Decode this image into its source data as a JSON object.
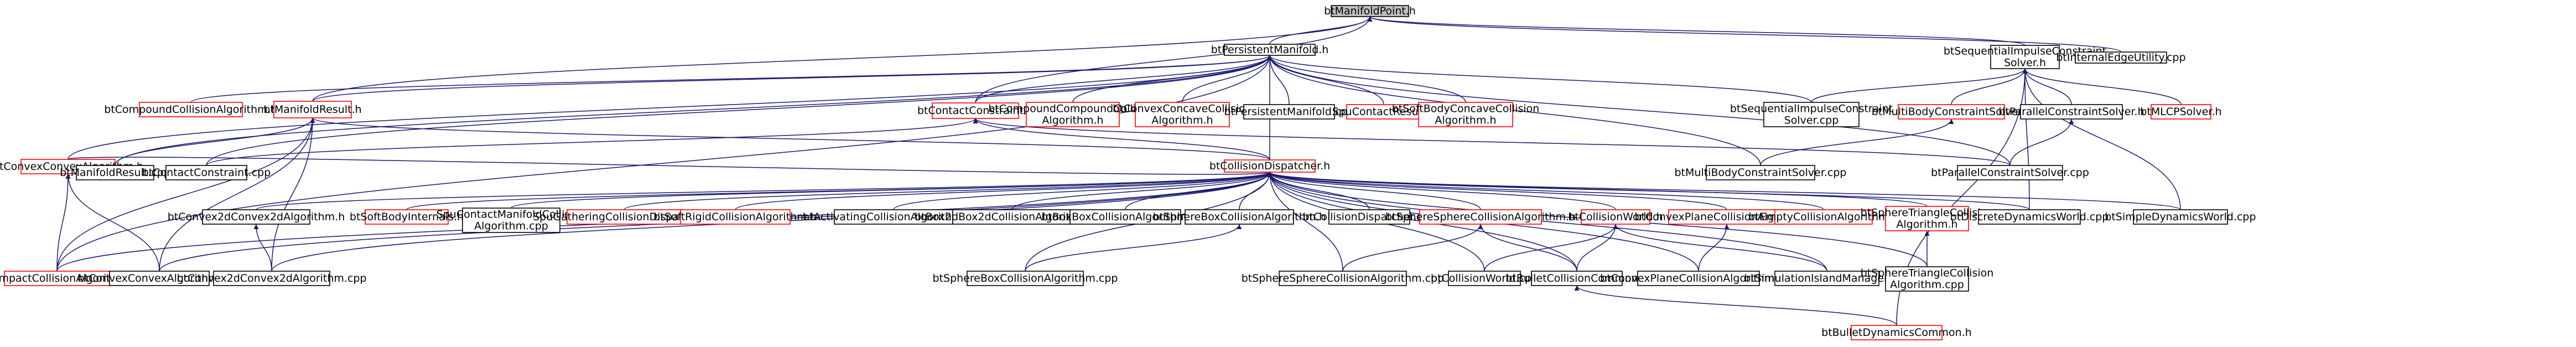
{
  "graph": {
    "colors": {
      "edge": "#191970",
      "node_border_documented": "#000000",
      "node_border_undocumented": "#ff0000",
      "root_fill": "#bfbfbf",
      "node_fill": "#ffffff",
      "text": "#000000"
    },
    "nodes": [
      {
        "id": "root",
        "lines": [
          "btManifoldPoint.h"
        ],
        "style": "root"
      },
      {
        "id": "pm",
        "lines": [
          "btPersistentManifold.h"
        ],
        "style": "documented"
      },
      {
        "id": "sics",
        "lines": [
          "btSequentialImpulseConstraint",
          "Solver.h"
        ],
        "style": "documented"
      },
      {
        "id": "iecpp",
        "lines": [
          "btInternalEdgeUtility.cpp"
        ],
        "style": "documented"
      },
      {
        "id": "ccah",
        "lines": [
          "btCompoundCollisionAlgorithm.h"
        ],
        "style": "undocumented"
      },
      {
        "id": "mrh",
        "lines": [
          "btManifoldResult.h"
        ],
        "style": "undocumented"
      },
      {
        "id": "cch",
        "lines": [
          "btContactConstraint.h"
        ],
        "style": "undocumented"
      },
      {
        "id": "cccah",
        "lines": [
          "btCompoundCompoundCollision",
          "Algorithm.h"
        ],
        "style": "undocumented"
      },
      {
        "id": "cvccah",
        "lines": [
          "btConvexConcaveCollision",
          "Algorithm.h"
        ],
        "style": "undocumented"
      },
      {
        "id": "pmcpp",
        "lines": [
          "btPersistentManifold.cpp"
        ],
        "style": "documented"
      },
      {
        "id": "scrh",
        "lines": [
          "SpuContactResult.h"
        ],
        "style": "undocumented"
      },
      {
        "id": "sbcch",
        "lines": [
          "btSoftBodyConcaveCollision",
          "Algorithm.h"
        ],
        "style": "undocumented"
      },
      {
        "id": "sicscpp",
        "lines": [
          "btSequentialImpulseConstraint",
          "Solver.cpp"
        ],
        "style": "documented"
      },
      {
        "id": "mbcsh",
        "lines": [
          "btMultiBodyConstraintSolver.h"
        ],
        "style": "undocumented"
      },
      {
        "id": "pcsh",
        "lines": [
          "btParallelConstraintSolver.h"
        ],
        "style": "documented"
      },
      {
        "id": "mlcph",
        "lines": [
          "btMLCPSolver.h"
        ],
        "style": "undocumented"
      },
      {
        "id": "cvcvah",
        "lines": [
          "btConvexConvexAlgorithm.h"
        ],
        "style": "undocumented"
      },
      {
        "id": "mrcpp",
        "lines": [
          "btManifoldResult.cpp"
        ],
        "style": "documented"
      },
      {
        "id": "cccpp",
        "lines": [
          "btContactConstraint.cpp"
        ],
        "style": "documented"
      },
      {
        "id": "cdh",
        "lines": [
          "btCollisionDispatcher.h"
        ],
        "style": "undocumented"
      },
      {
        "id": "mbcscpp",
        "lines": [
          "btMultiBodyConstraintSolver.cpp"
        ],
        "style": "documented"
      },
      {
        "id": "pcscpp",
        "lines": [
          "btParallelConstraintSolver.cpp"
        ],
        "style": "documented"
      },
      {
        "id": "c2dh",
        "lines": [
          "btConvex2dConvex2dAlgorithm.h"
        ],
        "style": "documented"
      },
      {
        "id": "sbih",
        "lines": [
          "btSoftBodyInternals.h"
        ],
        "style": "undocumented"
      },
      {
        "id": "scmca",
        "lines": [
          "SpuContactManifoldCollision",
          "Algorithm.cpp"
        ],
        "style": "documented"
      },
      {
        "id": "sgcdh",
        "lines": [
          "SpuGatheringCollisionDispatcher.h"
        ],
        "style": "undocumented"
      },
      {
        "id": "srcah",
        "lines": [
          "btSoftRigidCollisionAlgorithm.h"
        ],
        "style": "undocumented"
      },
      {
        "id": "actcpp",
        "lines": [
          "btActivatingCollisionAlgorithm.cpp"
        ],
        "style": "documented"
      },
      {
        "id": "b2b2cpp",
        "lines": [
          "btBox2dBox2dCollisionAlgorithm.cpp"
        ],
        "style": "documented"
      },
      {
        "id": "bbcpp",
        "lines": [
          "btBoxBoxCollisionAlgorithm.cpp"
        ],
        "style": "documented"
      },
      {
        "id": "sbcah",
        "lines": [
          "btSphereBoxCollisionAlgorithm.h"
        ],
        "style": "documented"
      },
      {
        "id": "cdcpp",
        "lines": [
          "btCollisionDispatcher.cpp"
        ],
        "style": "documented"
      },
      {
        "id": "sscah",
        "lines": [
          "btSphereSphereCollisionAlgorithm.h"
        ],
        "style": "undocumented"
      },
      {
        "id": "cwh",
        "lines": [
          "btCollisionWorld.h"
        ],
        "style": "undocumented"
      },
      {
        "id": "cpcah",
        "lines": [
          "btConvexPlaneCollisionAlgorithm.h"
        ],
        "style": "undocumented"
      },
      {
        "id": "ecah",
        "lines": [
          "btEmptyCollisionAlgorithm.h"
        ],
        "style": "undocumented"
      },
      {
        "id": "stcah",
        "lines": [
          "btSphereTriangleCollision",
          "Algorithm.h"
        ],
        "style": "undocumented"
      },
      {
        "id": "ddwcpp",
        "lines": [
          "btDiscreteDynamicsWorld.cpp"
        ],
        "style": "documented"
      },
      {
        "id": "sdwcpp",
        "lines": [
          "btSimpleDynamicsWorld.cpp"
        ],
        "style": "documented"
      },
      {
        "id": "gicah",
        "lines": [
          "btGImpactCollisionAlgorithm.h"
        ],
        "style": "undocumented"
      },
      {
        "id": "cvcvcpp",
        "lines": [
          "btConvexConvexAlgorithm.cpp"
        ],
        "style": "documented"
      },
      {
        "id": "c2dcpp",
        "lines": [
          "btConvex2dConvex2dAlgorithm.cpp"
        ],
        "style": "documented"
      },
      {
        "id": "sbcacpp",
        "lines": [
          "btSphereBoxCollisionAlgorithm.cpp"
        ],
        "style": "documented"
      },
      {
        "id": "sscacpp",
        "lines": [
          "btSphereSphereCollisionAlgorithm.cpp"
        ],
        "style": "documented"
      },
      {
        "id": "cwcpp",
        "lines": [
          "btCollisionWorld.cpp"
        ],
        "style": "documented"
      },
      {
        "id": "bcch",
        "lines": [
          "btBulletCollisionCommon.h"
        ],
        "style": "documented"
      },
      {
        "id": "cpcacpp",
        "lines": [
          "btConvexPlaneCollisionAlgorithm.cpp"
        ],
        "style": "documented"
      },
      {
        "id": "simcpp",
        "lines": [
          "btSimulationIslandManager.cpp"
        ],
        "style": "documented"
      },
      {
        "id": "stcacpp",
        "lines": [
          "btSphereTriangleCollision",
          "Algorithm.cpp"
        ],
        "style": "documented"
      },
      {
        "id": "bdch",
        "lines": [
          "btBulletDynamicsCommon.h"
        ],
        "style": "undocumented"
      }
    ],
    "edges": [
      [
        "pm",
        "root"
      ],
      [
        "sics",
        "root"
      ],
      [
        "iecpp",
        "root"
      ],
      [
        "mrh",
        "root"
      ],
      [
        "cch",
        "root"
      ],
      [
        "ccah",
        "pm"
      ],
      [
        "mrh",
        "pm"
      ],
      [
        "cch",
        "pm"
      ],
      [
        "cccah",
        "pm"
      ],
      [
        "cvccah",
        "pm"
      ],
      [
        "pmcpp",
        "pm"
      ],
      [
        "scrh",
        "pm"
      ],
      [
        "sbcch",
        "pm"
      ],
      [
        "sicscpp",
        "pm"
      ],
      [
        "cdh",
        "pm"
      ],
      [
        "cvcvah",
        "pm"
      ],
      [
        "mrcpp",
        "pm"
      ],
      [
        "cccpp",
        "pm"
      ],
      [
        "mbcscpp",
        "pm"
      ],
      [
        "pcscpp",
        "pm"
      ],
      [
        "gicah",
        "pm"
      ],
      [
        "sicscpp",
        "sics"
      ],
      [
        "mbcsh",
        "sics"
      ],
      [
        "pcsh",
        "sics"
      ],
      [
        "mlcph",
        "sics"
      ],
      [
        "ddwcpp",
        "sics"
      ],
      [
        "sdwcpp",
        "sics"
      ],
      [
        "bdch",
        "sics"
      ],
      [
        "mrcpp",
        "mrh"
      ],
      [
        "cdh",
        "mrh"
      ],
      [
        "cvcvcpp",
        "mrh"
      ],
      [
        "c2dcpp",
        "mrh"
      ],
      [
        "gicah",
        "mrh"
      ],
      [
        "cccpp",
        "cch"
      ],
      [
        "cdh",
        "cch"
      ],
      [
        "pcscpp",
        "cch"
      ],
      [
        "mbcscpp",
        "mbcsh"
      ],
      [
        "pcscpp",
        "pcsh"
      ],
      [
        "cvcvcpp",
        "cvcvah"
      ],
      [
        "gicah",
        "cvcvah"
      ],
      [
        "cvcvah",
        "cdh"
      ],
      [
        "c2dh",
        "cdh"
      ],
      [
        "sbih",
        "cdh"
      ],
      [
        "scmca",
        "cdh"
      ],
      [
        "sgcdh",
        "cdh"
      ],
      [
        "srcah",
        "cdh"
      ],
      [
        "actcpp",
        "cdh"
      ],
      [
        "b2b2cpp",
        "cdh"
      ],
      [
        "bbcpp",
        "cdh"
      ],
      [
        "sbcah",
        "cdh"
      ],
      [
        "cdcpp",
        "cdh"
      ],
      [
        "sscah",
        "cdh"
      ],
      [
        "cwh",
        "cdh"
      ],
      [
        "cpcah",
        "cdh"
      ],
      [
        "ecah",
        "cdh"
      ],
      [
        "stcah",
        "cdh"
      ],
      [
        "ddwcpp",
        "cdh"
      ],
      [
        "sdwcpp",
        "cdh"
      ],
      [
        "gicah",
        "cdh"
      ],
      [
        "cvcvcpp",
        "cdh"
      ],
      [
        "c2dcpp",
        "cdh"
      ],
      [
        "sbcacpp",
        "cdh"
      ],
      [
        "sscacpp",
        "cdh"
      ],
      [
        "cwcpp",
        "cdh"
      ],
      [
        "bcch",
        "cdh"
      ],
      [
        "cpcacpp",
        "cdh"
      ],
      [
        "simcpp",
        "cdh"
      ],
      [
        "stcacpp",
        "cdh"
      ],
      [
        "c2dcpp",
        "c2dh"
      ],
      [
        "sbcacpp",
        "sbcah"
      ],
      [
        "sscacpp",
        "sscah"
      ],
      [
        "bcch",
        "sscah"
      ],
      [
        "cwcpp",
        "cwh"
      ],
      [
        "bcch",
        "cwh"
      ],
      [
        "simcpp",
        "cwh"
      ],
      [
        "cpcacpp",
        "cpcah"
      ],
      [
        "stcacpp",
        "stcah"
      ],
      [
        "bdch",
        "bcch"
      ]
    ]
  }
}
